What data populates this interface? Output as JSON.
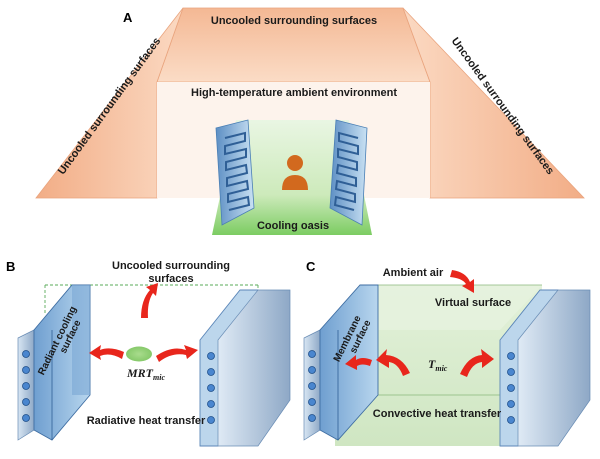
{
  "panels": {
    "a": {
      "letter": "A",
      "top_wall": "Uncooled  surrounding surfaces",
      "left_wall": "Uncooled  surrounding surfaces",
      "right_wall": "Uncooled  surrounding surfaces",
      "ambient": "High-temperature ambient environment",
      "oasis": "Cooling oasis"
    },
    "b": {
      "letter": "B",
      "uncooled_line1": "Uncooled  surrounding",
      "uncooled_line2": "surfaces",
      "radiant_line1": "Radiant cooling",
      "radiant_line2": "surface",
      "mrt_main": "MRT",
      "mrt_sub": "mic",
      "transfer": "Radiative heat transfer"
    },
    "c": {
      "letter": "C",
      "ambient_air": "Ambient air",
      "virtual": "Virtual surface",
      "membrane_line1": "Membrane",
      "membrane_line2": "surface",
      "t_main": "T",
      "t_sub": "mic",
      "transfer": "Convective heat transfer"
    }
  },
  "colors": {
    "wall": "#f6c7a6",
    "wall_edge": "#e2946a",
    "green_floor": "#8fd27a",
    "glass": "#9ec6e6",
    "arrow": "#e8261c",
    "person": "#d2691e",
    "c_fill": "#dcedd2"
  }
}
